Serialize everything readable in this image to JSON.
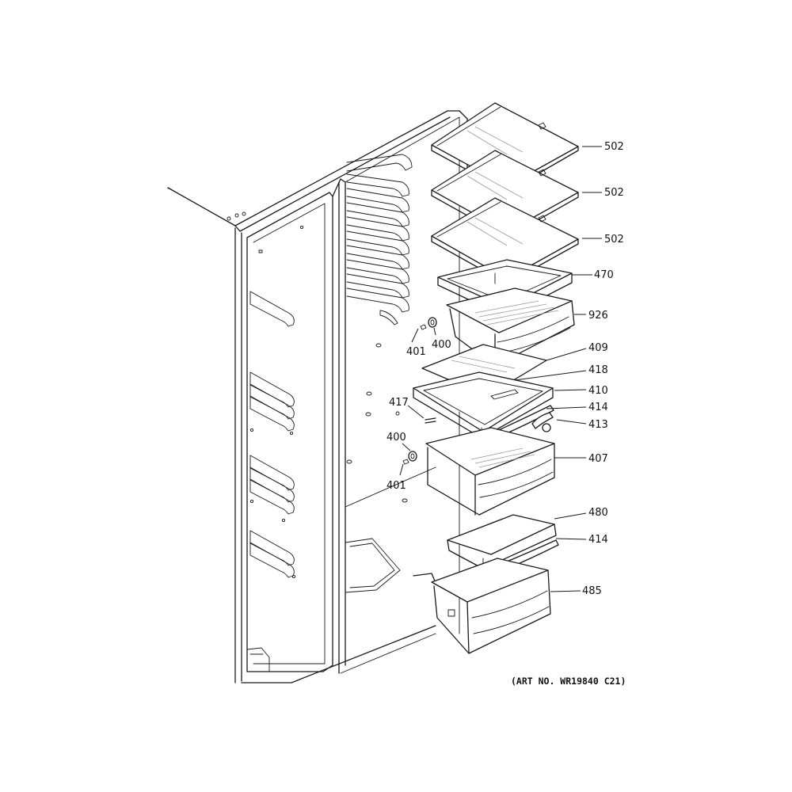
{
  "callouts": [
    {
      "id": "c502a",
      "text": "502"
    },
    {
      "id": "c502b",
      "text": "502"
    },
    {
      "id": "c502c",
      "text": "502"
    },
    {
      "id": "c470",
      "text": "470"
    },
    {
      "id": "c926",
      "text": "926"
    },
    {
      "id": "c401a",
      "text": "401"
    },
    {
      "id": "c400a",
      "text": "400"
    },
    {
      "id": "c409",
      "text": "409"
    },
    {
      "id": "c418",
      "text": "418"
    },
    {
      "id": "c410",
      "text": "410"
    },
    {
      "id": "c417",
      "text": "417"
    },
    {
      "id": "c414a",
      "text": "414"
    },
    {
      "id": "c413",
      "text": "413"
    },
    {
      "id": "c400b",
      "text": "400"
    },
    {
      "id": "c407",
      "text": "407"
    },
    {
      "id": "c401b",
      "text": "401"
    },
    {
      "id": "c480",
      "text": "480"
    },
    {
      "id": "c414b",
      "text": "414"
    },
    {
      "id": "c485",
      "text": "485"
    }
  ],
  "art_number": "(ART NO. WR19840 C21)"
}
